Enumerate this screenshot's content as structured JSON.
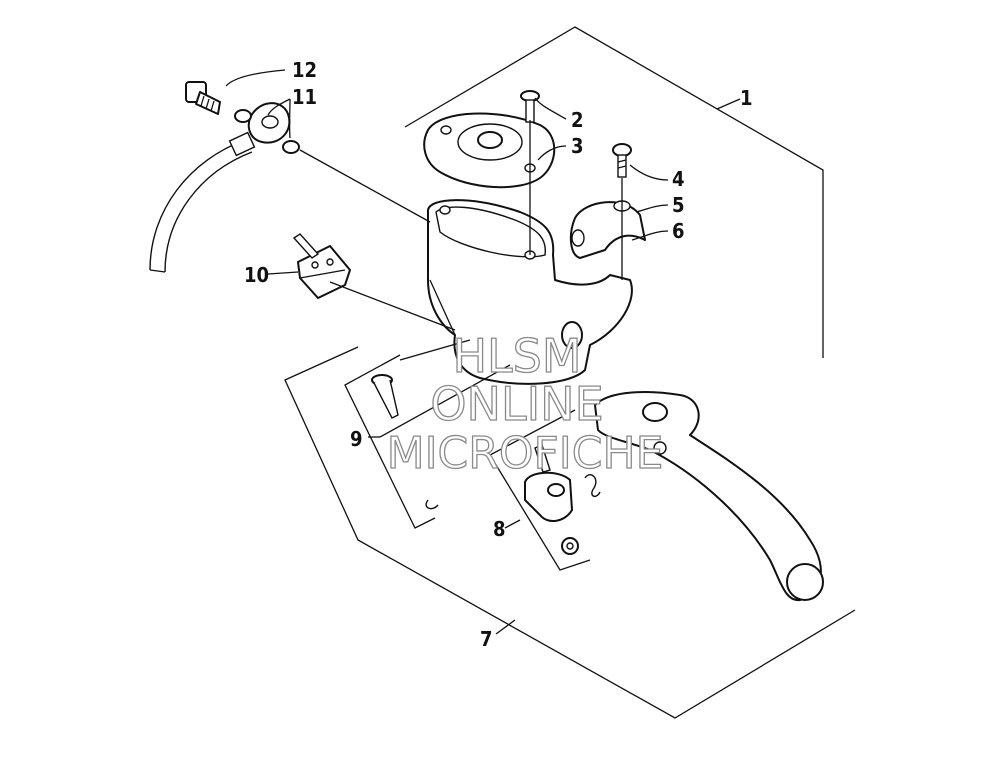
{
  "callouts": [
    {
      "id": "1",
      "text": "1"
    },
    {
      "id": "2",
      "text": "2"
    },
    {
      "id": "3",
      "text": "3"
    },
    {
      "id": "4",
      "text": "4"
    },
    {
      "id": "5",
      "text": "5"
    },
    {
      "id": "6",
      "text": "6"
    },
    {
      "id": "7",
      "text": "7"
    },
    {
      "id": "8",
      "text": "8"
    },
    {
      "id": "9",
      "text": "9"
    },
    {
      "id": "10",
      "text": "10"
    },
    {
      "id": "11",
      "text": "11"
    },
    {
      "id": "12",
      "text": "12"
    }
  ],
  "watermark": {
    "line1": "HLSM",
    "line2": "ONLINE",
    "line3": "MICROFICHE"
  },
  "colors": {
    "line": "#111111",
    "watermark_stroke": "#8a8a8a",
    "background": "#ffffff"
  }
}
